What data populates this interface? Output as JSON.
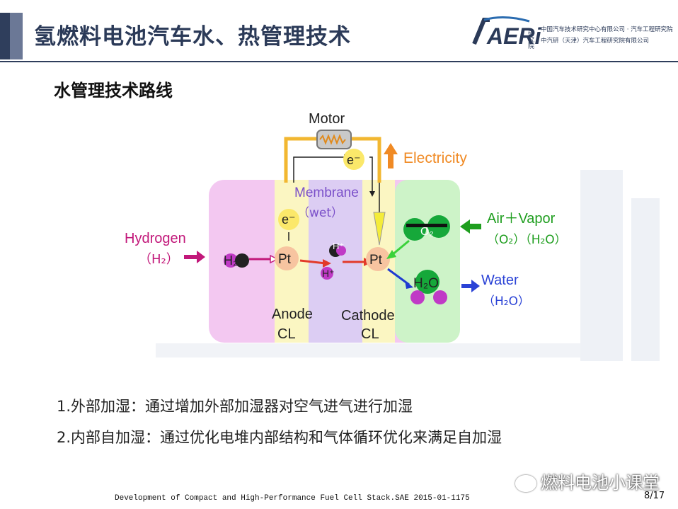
{
  "header": {
    "title": "氢燃料电池汽车水、热管理技术",
    "logo": {
      "brand": "AERi",
      "side": "研究院",
      "line1": "中国汽车技术研究中心有限公司 · 汽车工程研究院",
      "line2": "中汽研（天津）汽车工程研究院有限公司"
    }
  },
  "section": {
    "subtitle": "水管理技术路线"
  },
  "diagram": {
    "motor": "Motor",
    "electricity": "Electricity",
    "membrane": "Membrane",
    "membrane_state": "（wet）",
    "hydrogen": "Hydrogen",
    "hydrogen_formula": "（H₂）",
    "air_vapor": "Air＋Vapor",
    "air_vapor_formula": "（O₂）（H₂O）",
    "water": "Water",
    "water_formula": "（H₂O）",
    "anode": "Anode",
    "anode_cl": "CL",
    "cathode": "Cathode",
    "cathode_cl": "CL",
    "pt": "Pt",
    "h2": "H₂",
    "h_plus": "H⁺",
    "e_minus": "e⁻",
    "o2": "O₂",
    "h2o": "H₂O",
    "colors": {
      "anode_region": "#f3c8f1",
      "cl_region": "#fbf6c2",
      "membrane_region": "#dccdf3",
      "cathode_region": "#cdf3c8",
      "wire": "#f2b731",
      "hydrogen_text": "#c2187a",
      "air_text": "#1f9e1f",
      "water_text": "#2b43d6",
      "electricity_text": "#f08a24"
    }
  },
  "items": [
    "1.外部加湿：通过增加外部加湿器对空气进气进行加湿",
    "2.内部自加湿：通过优化电堆内部结构和气体循环优化来满足自加湿"
  ],
  "watermark": {
    "wechat": "燃料电池小课堂"
  },
  "footer": {
    "citation": "Development of Compact and High-Performance Fuel Cell Stack.SAE 2015-01-1175",
    "page": "8/17"
  }
}
